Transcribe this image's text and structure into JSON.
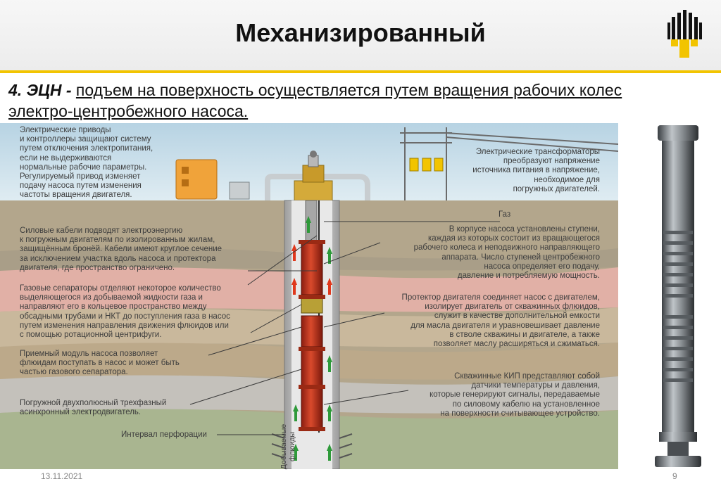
{
  "slide": {
    "title": "Механизированный",
    "subtitle_lead": "4. ЭЦН -",
    "subtitle_text": "подъем на поверхность осуществляется путем вращения рабочих колес электро-центробежного насоса."
  },
  "diagram": {
    "labels": {
      "drives": "Электрические приводы\nи контроллеры защищают систему\nпутем отключения электропитания,\nесли не выдерживаются\nнормальные рабочие параметры.\nРегулируемый привод изменяет\nподачу насоса путем изменения\nчастоты вращения двигателя.",
      "transformers": "Электрические трансформаторы\nпреобразуют напряжение\nисточника питания в напряжение,\nнеобходимое для\nпогружных двигателей.",
      "gas": "Газ",
      "cables": "Силовые кабели подводят электроэнергию\nк погружным двигателям по изолированным жилам,\nзащищённым бронёй. Кабели имеют круглое сечение\nза исключением участка вдоль насоса и протектора\nдвигателя, где пространство ограничено.",
      "stages": "В корпусе насоса установлены ступени,\nкаждая из которых состоит из вращающегося\nрабочего колеса и неподвижного направляющего\nаппарата. Число ступеней центробежного\nнасоса определяет его подачу,\nдавление и потребляемую мощность.",
      "separators": "Газовые сепараторы отделяют некоторое количество\nвыделяющегося из добываемой жидкости газа и\nнаправляют его в кольцевое пространство между\nобсадными трубами и НКТ до поступления газа в насос\nпутем изменения направления движения флюидов или\nс помощью ротационной центрифуги.",
      "protector": "Протектор двигателя соединяет насос с двигателем,\nизолирует двигатель от скважинных флюидов,\nслужит в качестве дополнительной емкости\nдля масла двигателя и уравновешивает давление\nв стволе скважины и двигателе, а также\nпозволяет маслу расширяться и сжиматься.",
      "intake": "Приемный модуль насоса позволяет\nфлюидам поступать в насос и может быть\nчастью газового сепаратора.",
      "sensors": "Скважинные КИП представляют собой\nдатчики температуры и давления,\nкоторые генерируют сигналы, передаваемые\nпо силовому кабелю на установленное\nна поверхности считывающее устройство.",
      "motor": "Погружной двухполюсный трехфазный\nасинхронный электродвигатель.",
      "perforation": "Интервал перфорации",
      "fluids": "Добываемые\nфлюиды"
    }
  },
  "footer": {
    "date": "13.11.2021",
    "page": "9"
  },
  "colors": {
    "accent": "#f2c400",
    "pump": "#c4351c",
    "arrow_green": "#2e9a3a",
    "arrow_red": "#e0381c",
    "sky": "#c3dbe8"
  }
}
